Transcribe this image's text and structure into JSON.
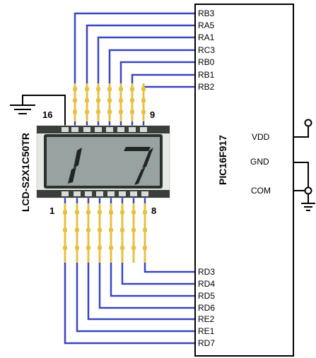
{
  "lcd": {
    "part_number": "LCD-S2X1C50TR",
    "pin_markers": {
      "top_left": "16",
      "top_right": "9",
      "bottom_left": "1",
      "bottom_right": "8"
    },
    "displayed_digits": "1 7"
  },
  "mcu": {
    "part_number": "PIC16F917",
    "top_pins": [
      "RB3",
      "RA5",
      "RA1",
      "RC3",
      "RB0",
      "RB1",
      "RB2"
    ],
    "bottom_pins": [
      "RD3",
      "RD4",
      "RD5",
      "RD6",
      "RE2",
      "RE1",
      "RD7"
    ],
    "power_pins": {
      "vdd": "VDD",
      "gnd": "GND",
      "com": "COM"
    }
  },
  "colors": {
    "wire": "#3a45c0",
    "resistor": "#e8c040",
    "lcd_glass": "#9aa5a3",
    "lcd_frame": "#2a2e2c",
    "line": "#000000"
  },
  "icons": [
    "ground-symbol-icon",
    "terminal-circle-icon"
  ]
}
